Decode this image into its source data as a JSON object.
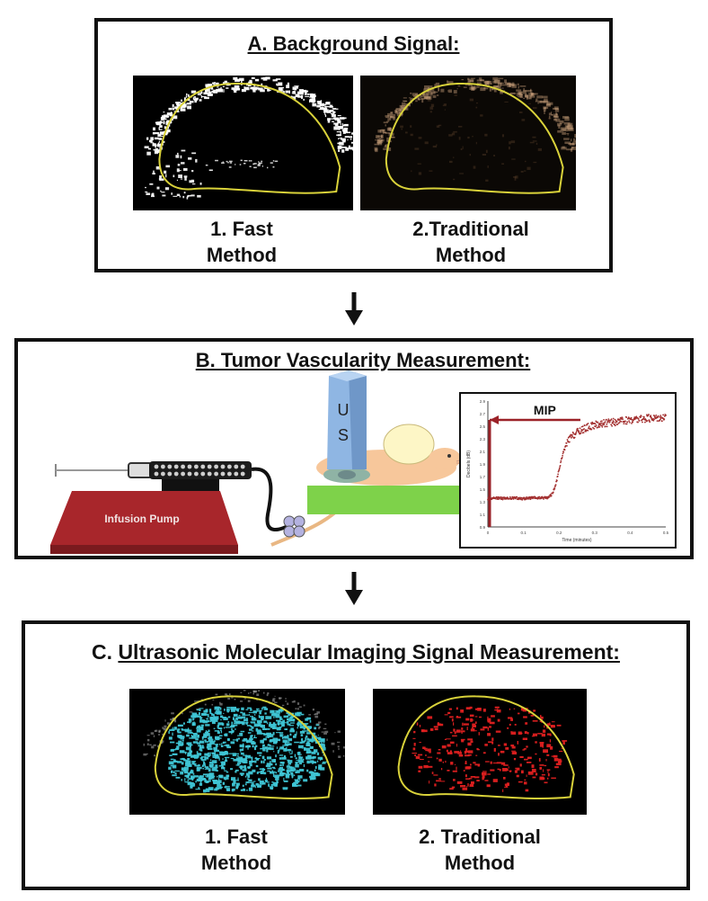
{
  "panel_a": {
    "title": "A. Background Signal:",
    "caption_1_line1": "1. Fast",
    "caption_1_line2": "Method",
    "caption_2_line1": "2.Traditional",
    "caption_2_line2": "Method"
  },
  "panel_b": {
    "title": "B. Tumor Vascularity Measurement:",
    "pump_label": "Infusion Pump",
    "probe_label_1": "U",
    "probe_label_2": "S",
    "plot": {
      "mip_label": "MIP",
      "ylabel": "Decibels (dB)",
      "xlabel": "Time (minutes)",
      "y_ticks": [
        "2.9",
        "2.7",
        "2.5",
        "2.3",
        "2.1",
        "1.9",
        "1.7",
        "1.5",
        "1.3",
        "1.1",
        "0.9"
      ],
      "x_ticks": [
        "0",
        "0.1",
        "0.2",
        "0.3",
        "0.4",
        "0.5"
      ]
    }
  },
  "panel_c": {
    "title_prefix": "C. ",
    "title_underlined": "Ultrasonic Molecular Imaging Signal Measurement:",
    "caption_1_line1": "1. Fast",
    "caption_1_line2": "Method",
    "caption_2_line1": "2. Traditional",
    "caption_2_line2": "Method"
  },
  "colors": {
    "outline_yellow": "#d9d23a",
    "fast_signal_a": "#ffffff",
    "traditional_signal_a": "#c8a07a",
    "fast_signal_c": "#3fc6d6",
    "traditional_signal_c": "#e02020",
    "pump_red": "#a8262b",
    "plot_red": "#a33030",
    "platform_green": "#7ed24a",
    "probe_blue": "#8fb6e3"
  },
  "chart_data": {
    "type": "scatter",
    "title": "",
    "xlabel": "Time (minutes)",
    "ylabel": "Decibels (dB)",
    "xlim": [
      0,
      0.5
    ],
    "ylim": [
      0.9,
      2.9
    ],
    "annotation": "MIP",
    "x": [
      0.0,
      0.025,
      0.05,
      0.075,
      0.1,
      0.125,
      0.15,
      0.17,
      0.18,
      0.19,
      0.2,
      0.21,
      0.22,
      0.23,
      0.25,
      0.28,
      0.3,
      0.33,
      0.36,
      0.4,
      0.44,
      0.48,
      0.5
    ],
    "y": [
      1.35,
      1.36,
      1.35,
      1.36,
      1.35,
      1.36,
      1.36,
      1.37,
      1.42,
      1.55,
      1.8,
      2.05,
      2.2,
      2.3,
      2.4,
      2.48,
      2.52,
      2.55,
      2.57,
      2.6,
      2.62,
      2.64,
      2.64
    ]
  }
}
